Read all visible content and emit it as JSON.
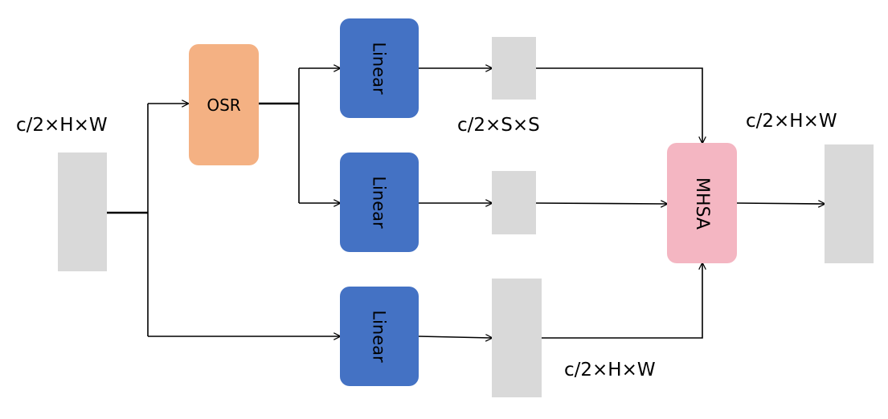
{
  "blocks": {
    "osr": "OSR",
    "linear_top": "Linear",
    "linear_mid": "Linear",
    "linear_bottom": "Linear",
    "mhsa": "MHSA"
  },
  "dimensions": {
    "input": "c/2×H×W",
    "reduced": "c/2×S×S",
    "output": "c/2×H×W",
    "value": "c/2×H×W"
  },
  "colors": {
    "linear": "#4472c4",
    "osr": "#f4b183",
    "mhsa": "#f4b6c2",
    "tensor": "#d9d9d9"
  }
}
